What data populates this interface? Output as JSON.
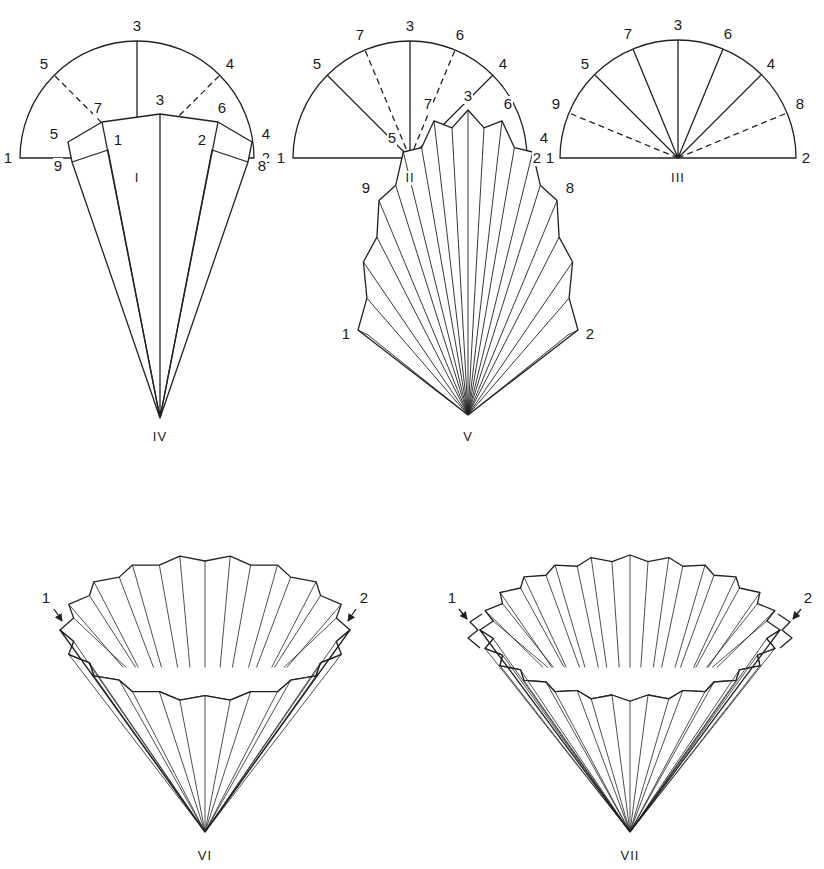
{
  "diagram": {
    "labels": [
      "3",
      "5",
      "4",
      "1",
      "2",
      "I",
      "7",
      "3",
      "6",
      "5",
      "4",
      "1",
      "2",
      "II",
      "7",
      "3",
      "6",
      "5",
      "4",
      "9",
      "8",
      "1",
      "2",
      "III",
      "7",
      "3",
      "6",
      "5",
      "4",
      "9",
      "1",
      "2",
      "8",
      "IV",
      "7",
      "5",
      "3",
      "6",
      "4",
      "9",
      "8",
      "1",
      "2",
      "V",
      "1",
      "2",
      "VI",
      "1",
      "2",
      "VII"
    ]
  }
}
